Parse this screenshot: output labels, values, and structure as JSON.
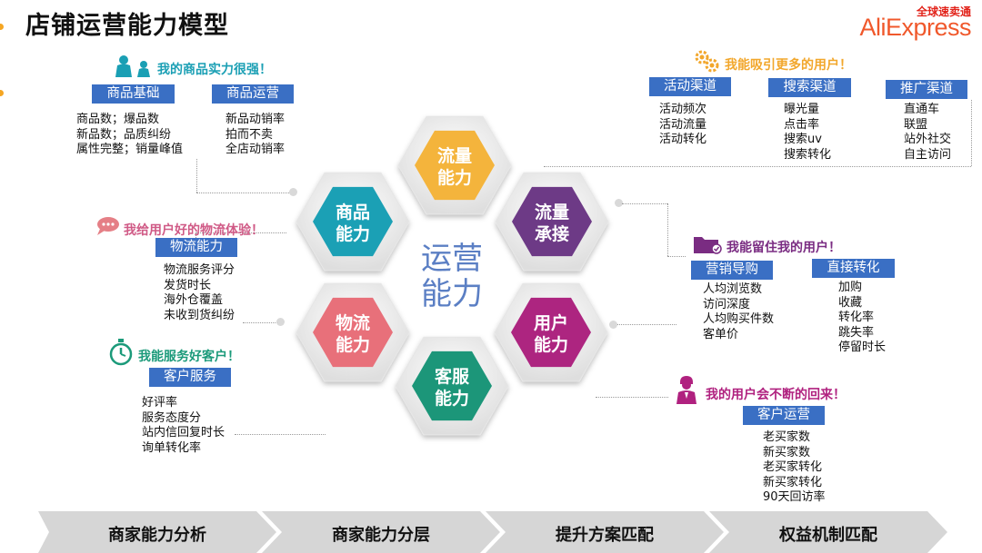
{
  "title": "店铺运营能力模型",
  "logo": {
    "tagline": "全球速卖通",
    "brand": "AliExpress"
  },
  "center": {
    "line1": "运营",
    "line2": "能力"
  },
  "hexes": {
    "traffic": {
      "line1": "流量",
      "line2": "能力",
      "color": "#f4b43c"
    },
    "product": {
      "line1": "商品",
      "line2": "能力",
      "color": "#1ba0b5"
    },
    "accept": {
      "line1": "流量",
      "line2": "承接",
      "color": "#6d3a86"
    },
    "logistics": {
      "line1": "物流",
      "line2": "能力",
      "color": "#e8707a"
    },
    "user": {
      "line1": "用户",
      "line2": "能力",
      "color": "#ad2580"
    },
    "service": {
      "line1": "客服",
      "line2": "能力",
      "color": "#1c9679"
    }
  },
  "product_section": {
    "heading": "我的商品实力很强！",
    "color": "#1a9fb4",
    "tag1": "商品基础",
    "list1": [
      "商品数；爆品数",
      "新品数；品质纠纷",
      "属性完整；销量峰值"
    ],
    "tag2": "商品运营",
    "list2": [
      "新品动销率",
      "拍而不卖",
      "全店动销率"
    ]
  },
  "logistics_section": {
    "heading": "我给用户好的物流体验！",
    "color": "#d05a86",
    "tag": "物流能力",
    "list": [
      "物流服务评分",
      "发货时长",
      "海外仓覆盖",
      "未收到货纠纷"
    ]
  },
  "service_section": {
    "heading": "我能服务好客户！",
    "color": "#1b9a7a",
    "tag": "客户服务",
    "list": [
      "好评率",
      "服务态度分",
      "站内信回复时长",
      "询单转化率"
    ]
  },
  "traffic_section": {
    "heading": "我能吸引更多的用户！",
    "color": "#f2a72c",
    "tag1": "活动渠道",
    "list1": [
      "活动频次",
      "活动流量",
      "活动转化"
    ],
    "tag2": "搜索渠道",
    "list2": [
      "曝光量",
      "点击率",
      "搜索uv",
      "搜索转化"
    ],
    "tag3": "推广渠道",
    "list3": [
      "直通车",
      "联盟",
      "站外社交",
      "自主访问"
    ]
  },
  "retention_section": {
    "heading": "我能留住我的用户！",
    "color": "#7a2c82",
    "tag1": "营销导购",
    "list1": [
      "人均浏览数",
      "访问深度",
      "人均购买件数",
      "客单价"
    ],
    "tag2": "直接转化",
    "list2": [
      "加购",
      "收藏",
      "转化率",
      "跳失率",
      "停留时长"
    ]
  },
  "return_section": {
    "heading": "我的用户会不断的回来！",
    "color": "#b0217f",
    "tag": "客户运营",
    "list": [
      "老买家数",
      "新买家数",
      "老买家转化",
      "新买家转化",
      "90天回访率"
    ]
  },
  "steps": [
    "商家能力分析",
    "商家能力分层",
    "提升方案匹配",
    "权益机制匹配"
  ]
}
